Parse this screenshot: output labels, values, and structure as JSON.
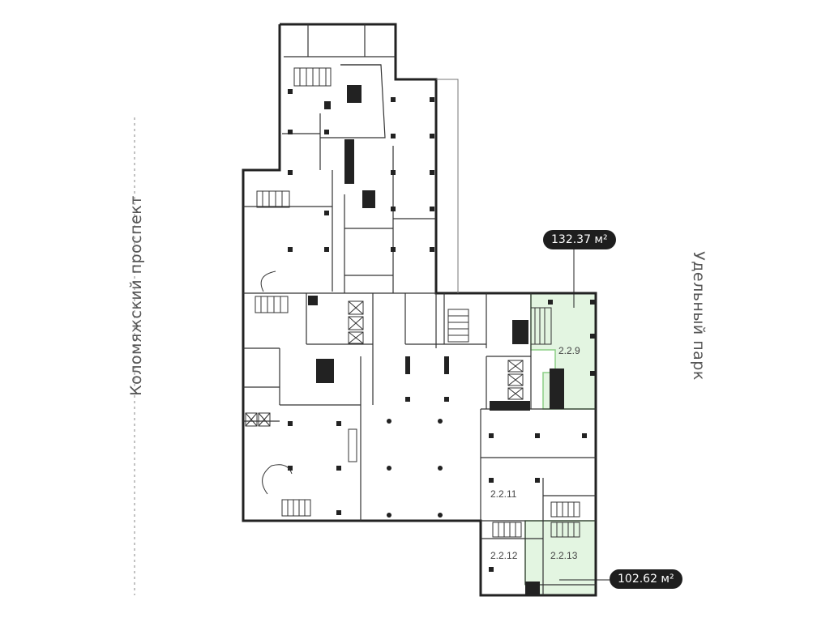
{
  "streets": {
    "left": "Коломяжский проспект",
    "right": "Удельный парк"
  },
  "units": [
    {
      "id": "2.2.9",
      "area": "132.37 м²",
      "highlighted": true
    },
    {
      "id": "2.2.11",
      "highlighted": false
    },
    {
      "id": "2.2.12",
      "highlighted": false
    },
    {
      "id": "2.2.13",
      "area": "102.62 м²",
      "highlighted": true
    }
  ],
  "colors": {
    "wall": "#222222",
    "highlight": "#e3f5e1",
    "highlight_stroke": "#8ccf86",
    "pill_bg": "#1e1e1e",
    "dash": "#9a9a9a"
  }
}
